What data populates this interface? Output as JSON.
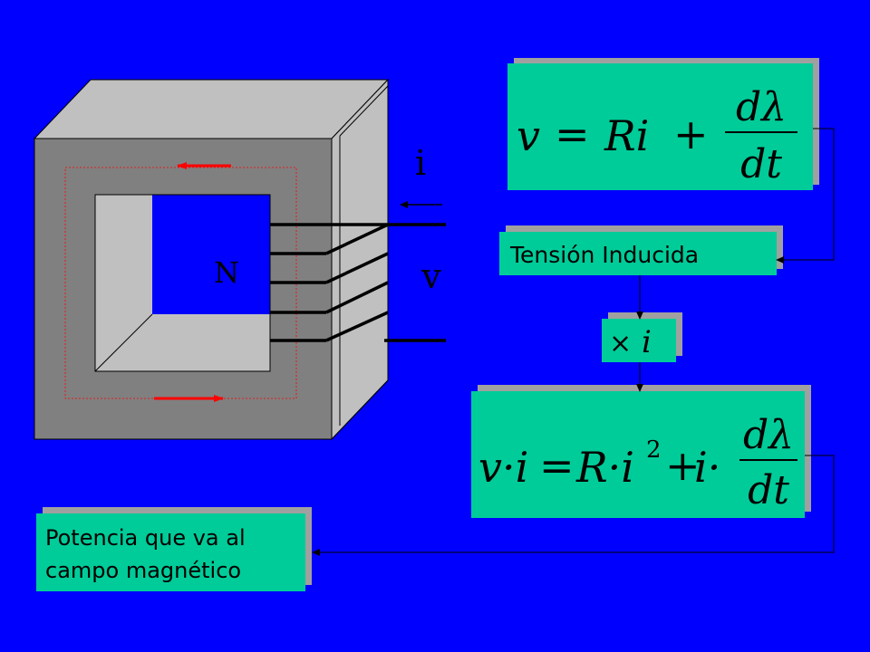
{
  "core": {
    "turns_label": "N",
    "current_label": "i",
    "voltage_label": "v"
  },
  "equations": {
    "voltage": {
      "lhs": "v",
      "eq": "=",
      "term1": "Ri",
      "plus": "+",
      "num": "dλ",
      "den": "dt"
    },
    "multiply": {
      "times": "×",
      "var": "i"
    },
    "power": {
      "lhs": "v·i",
      "eq": "=",
      "term1_a": "R·i",
      "term1_exp": "2",
      "plus": "+",
      "term2": "i·",
      "num": "dλ",
      "den": "dt"
    }
  },
  "labels": {
    "induced_voltage": "Tensión Inducida",
    "power_line1": "Potencia que va al",
    "power_line2": "campo magnético"
  },
  "colors": {
    "background": "#0000ff",
    "box_fill": "#00cc99",
    "box_shadow": "#a0a0a0",
    "core_front": "#808080",
    "core_top": "#c0c0c0",
    "core_side": "#c0c0c0",
    "flux_arrow": "#ff0000"
  }
}
